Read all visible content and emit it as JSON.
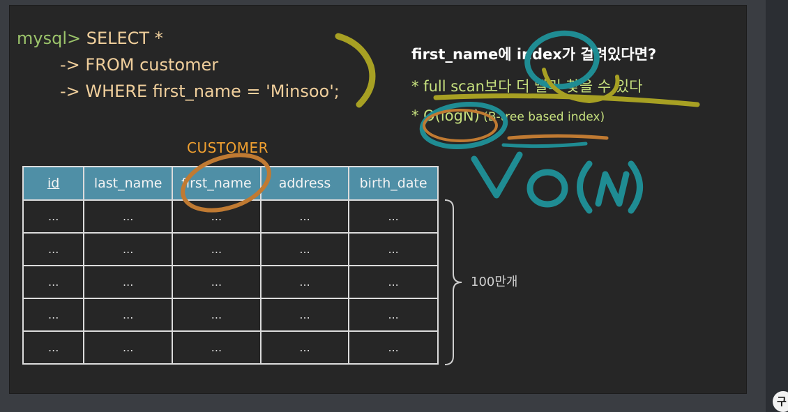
{
  "sql": {
    "prompt": "mysql>",
    "line1": " SELECT *",
    "line2": "-> FROM customer",
    "line3": "-> WHERE first_name = 'Minsoo';"
  },
  "notes": {
    "title": "first_name에 index가 걸려있다면?",
    "bullet1": "* full scan보다 더 빨리 찾을 수 있다",
    "bullet2_main": "* O(logN)",
    "bullet2_sub": " (B-tree based index)"
  },
  "table": {
    "title": "CUSTOMER",
    "columns": [
      "id",
      "last_name",
      "first_name",
      "address",
      "birth_date"
    ],
    "rows": [
      [
        "...",
        "...",
        "...",
        "...",
        "..."
      ],
      [
        "...",
        "...",
        "...",
        "...",
        "..."
      ],
      [
        "...",
        "...",
        "...",
        "...",
        "..."
      ],
      [
        "...",
        "...",
        "...",
        "...",
        "..."
      ],
      [
        "...",
        "...",
        "...",
        "...",
        "..."
      ]
    ]
  },
  "row_count_label": "100만개",
  "corner_badge": "구",
  "colors": {
    "slide_bg": "#262626",
    "sql_text": "#f0cf9c",
    "prompt": "#9bc36a",
    "note_green": "#c6e07e",
    "table_header": "#4f8fa6",
    "orange_title": "#f0a030",
    "annotation_olive": "#a7a023",
    "annotation_teal": "#1f8c93",
    "annotation_orange": "#c07a32"
  }
}
